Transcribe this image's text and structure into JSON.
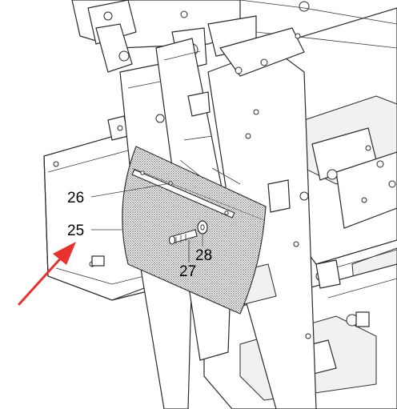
{
  "callouts": {
    "c25": "25",
    "c26": "26",
    "c27": "27",
    "c28": "28"
  },
  "colors": {
    "arrow": "#e8322f",
    "mudflap": "#9a9a9a"
  }
}
